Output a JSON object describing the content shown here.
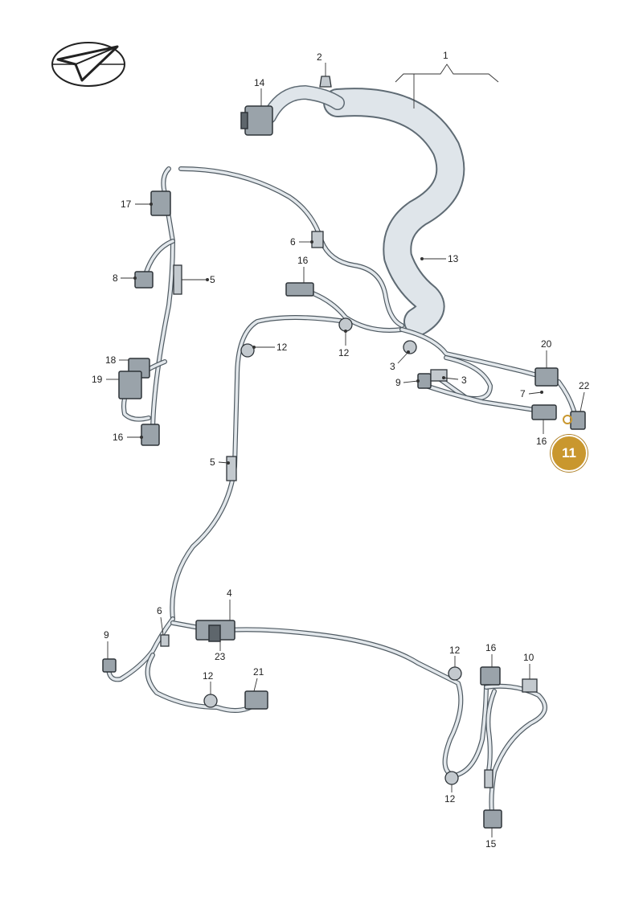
{
  "diagram": {
    "parts": [
      {
        "id": "p1",
        "label": "1"
      },
      {
        "id": "p2",
        "label": "2"
      },
      {
        "id": "p14",
        "label": "14"
      },
      {
        "id": "p17",
        "label": "17"
      },
      {
        "id": "p6a",
        "label": "6"
      },
      {
        "id": "p16a",
        "label": "16"
      },
      {
        "id": "p13",
        "label": "13"
      },
      {
        "id": "p8",
        "label": "8"
      },
      {
        "id": "p5a",
        "label": "5"
      },
      {
        "id": "p12a",
        "label": "12"
      },
      {
        "id": "p12b",
        "label": "12"
      },
      {
        "id": "p18",
        "label": "18"
      },
      {
        "id": "p19",
        "label": "19"
      },
      {
        "id": "p16b",
        "label": "16"
      },
      {
        "id": "p3a",
        "label": "3"
      },
      {
        "id": "p20",
        "label": "20"
      },
      {
        "id": "p9a",
        "label": "9"
      },
      {
        "id": "p3b",
        "label": "3"
      },
      {
        "id": "p7",
        "label": "7"
      },
      {
        "id": "p22",
        "label": "22"
      },
      {
        "id": "p16c",
        "label": "16"
      },
      {
        "id": "p5b",
        "label": "5"
      },
      {
        "id": "p4",
        "label": "4"
      },
      {
        "id": "p6b",
        "label": "6"
      },
      {
        "id": "p23",
        "label": "23"
      },
      {
        "id": "p9b",
        "label": "9"
      },
      {
        "id": "p12c",
        "label": "12"
      },
      {
        "id": "p21",
        "label": "21"
      },
      {
        "id": "p12d",
        "label": "12"
      },
      {
        "id": "p16d",
        "label": "16"
      },
      {
        "id": "p10",
        "label": "10"
      },
      {
        "id": "p12e",
        "label": "12"
      },
      {
        "id": "p15",
        "label": "15"
      }
    ],
    "highlight": {
      "label": "11",
      "color": "#c9972e"
    },
    "colors": {
      "wire": "#4f5a62",
      "wire_fill": "#e2e7eb",
      "badge": "#c9972e"
    }
  }
}
